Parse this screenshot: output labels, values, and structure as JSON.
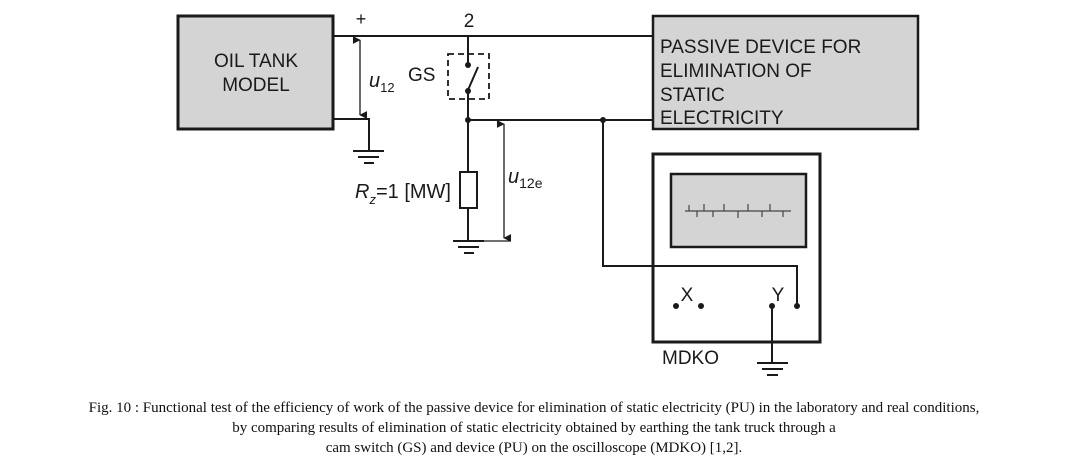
{
  "diagram": {
    "blocks": {
      "oil_tank": [
        "OIL TANK",
        "MODEL"
      ],
      "passive_device": [
        "PASSIVE DEVICE FOR",
        "ELIMINATION OF",
        "STATIC",
        "ELECTRICITY"
      ],
      "oscilloscope": "MDKO"
    },
    "labels": {
      "plus": "+",
      "node2": "2",
      "u12_main": "u",
      "u12_sub": "12",
      "gs": "GS",
      "rz_main": "R",
      "rz_sub": "z",
      "rz_value": "=1 [MW]",
      "u12e_main": "u",
      "u12e_sub": "12e",
      "x_input": "X",
      "y_input": "Y"
    },
    "colors": {
      "block_fill": "#d4d4d4",
      "line": "#1a1a1a"
    }
  },
  "caption": {
    "lines": [
      "Fig. 10 : Functional test of the efficiency of work of the passive device for elimination of static electricity (PU) in the laboratory and real conditions,",
      "by comparing results of elimination of static electricity obtained by earthing the tank truck through a",
      "cam switch (GS) and device (PU) on the oscilloscope (MDKO) [1,2]."
    ]
  }
}
